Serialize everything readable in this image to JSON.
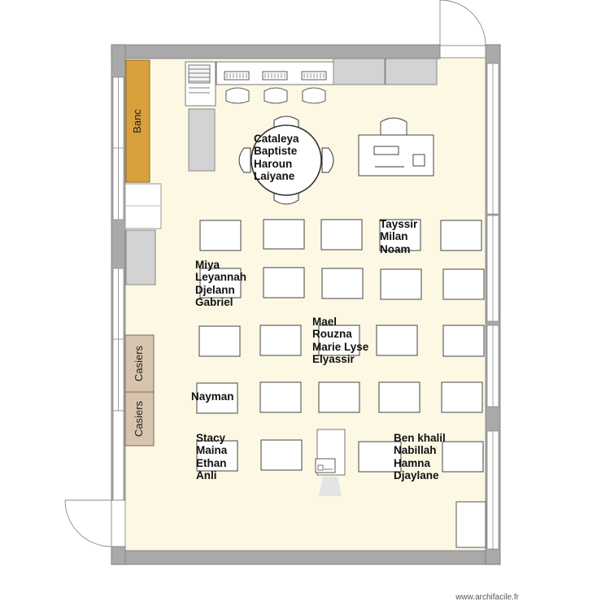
{
  "labels": {
    "bench": "Banc",
    "lockers_top": "Casiers",
    "lockers_bottom": "Casiers"
  },
  "groups": {
    "round_table": [
      "Cataleya",
      "Baptiste",
      "Haroun",
      "Laiyane"
    ],
    "top_right": [
      "Tayssir",
      "Milan",
      "Noam"
    ],
    "left_row2": [
      "Miya",
      "Leyannah",
      "Djelann",
      "Gabriel"
    ],
    "center_row3": [
      "Mael",
      "Rouzna",
      "Marie Lyse",
      "Elyassir"
    ],
    "left_row4": [
      "Nayman"
    ],
    "left_row5": [
      "Stacy",
      "Maina",
      "Ethan",
      "Anli"
    ],
    "right_row5": [
      "Ben khalil",
      "Nabillah",
      "Hamna",
      "Djaylane"
    ]
  },
  "footer": "www.archifacile.fr",
  "colors": {
    "floor": "#fcf8e4",
    "wall": "#a9a9a9",
    "bench": "#d9a13c",
    "locker": "#d8c4ae",
    "cabinet": "#d3d3d3"
  }
}
